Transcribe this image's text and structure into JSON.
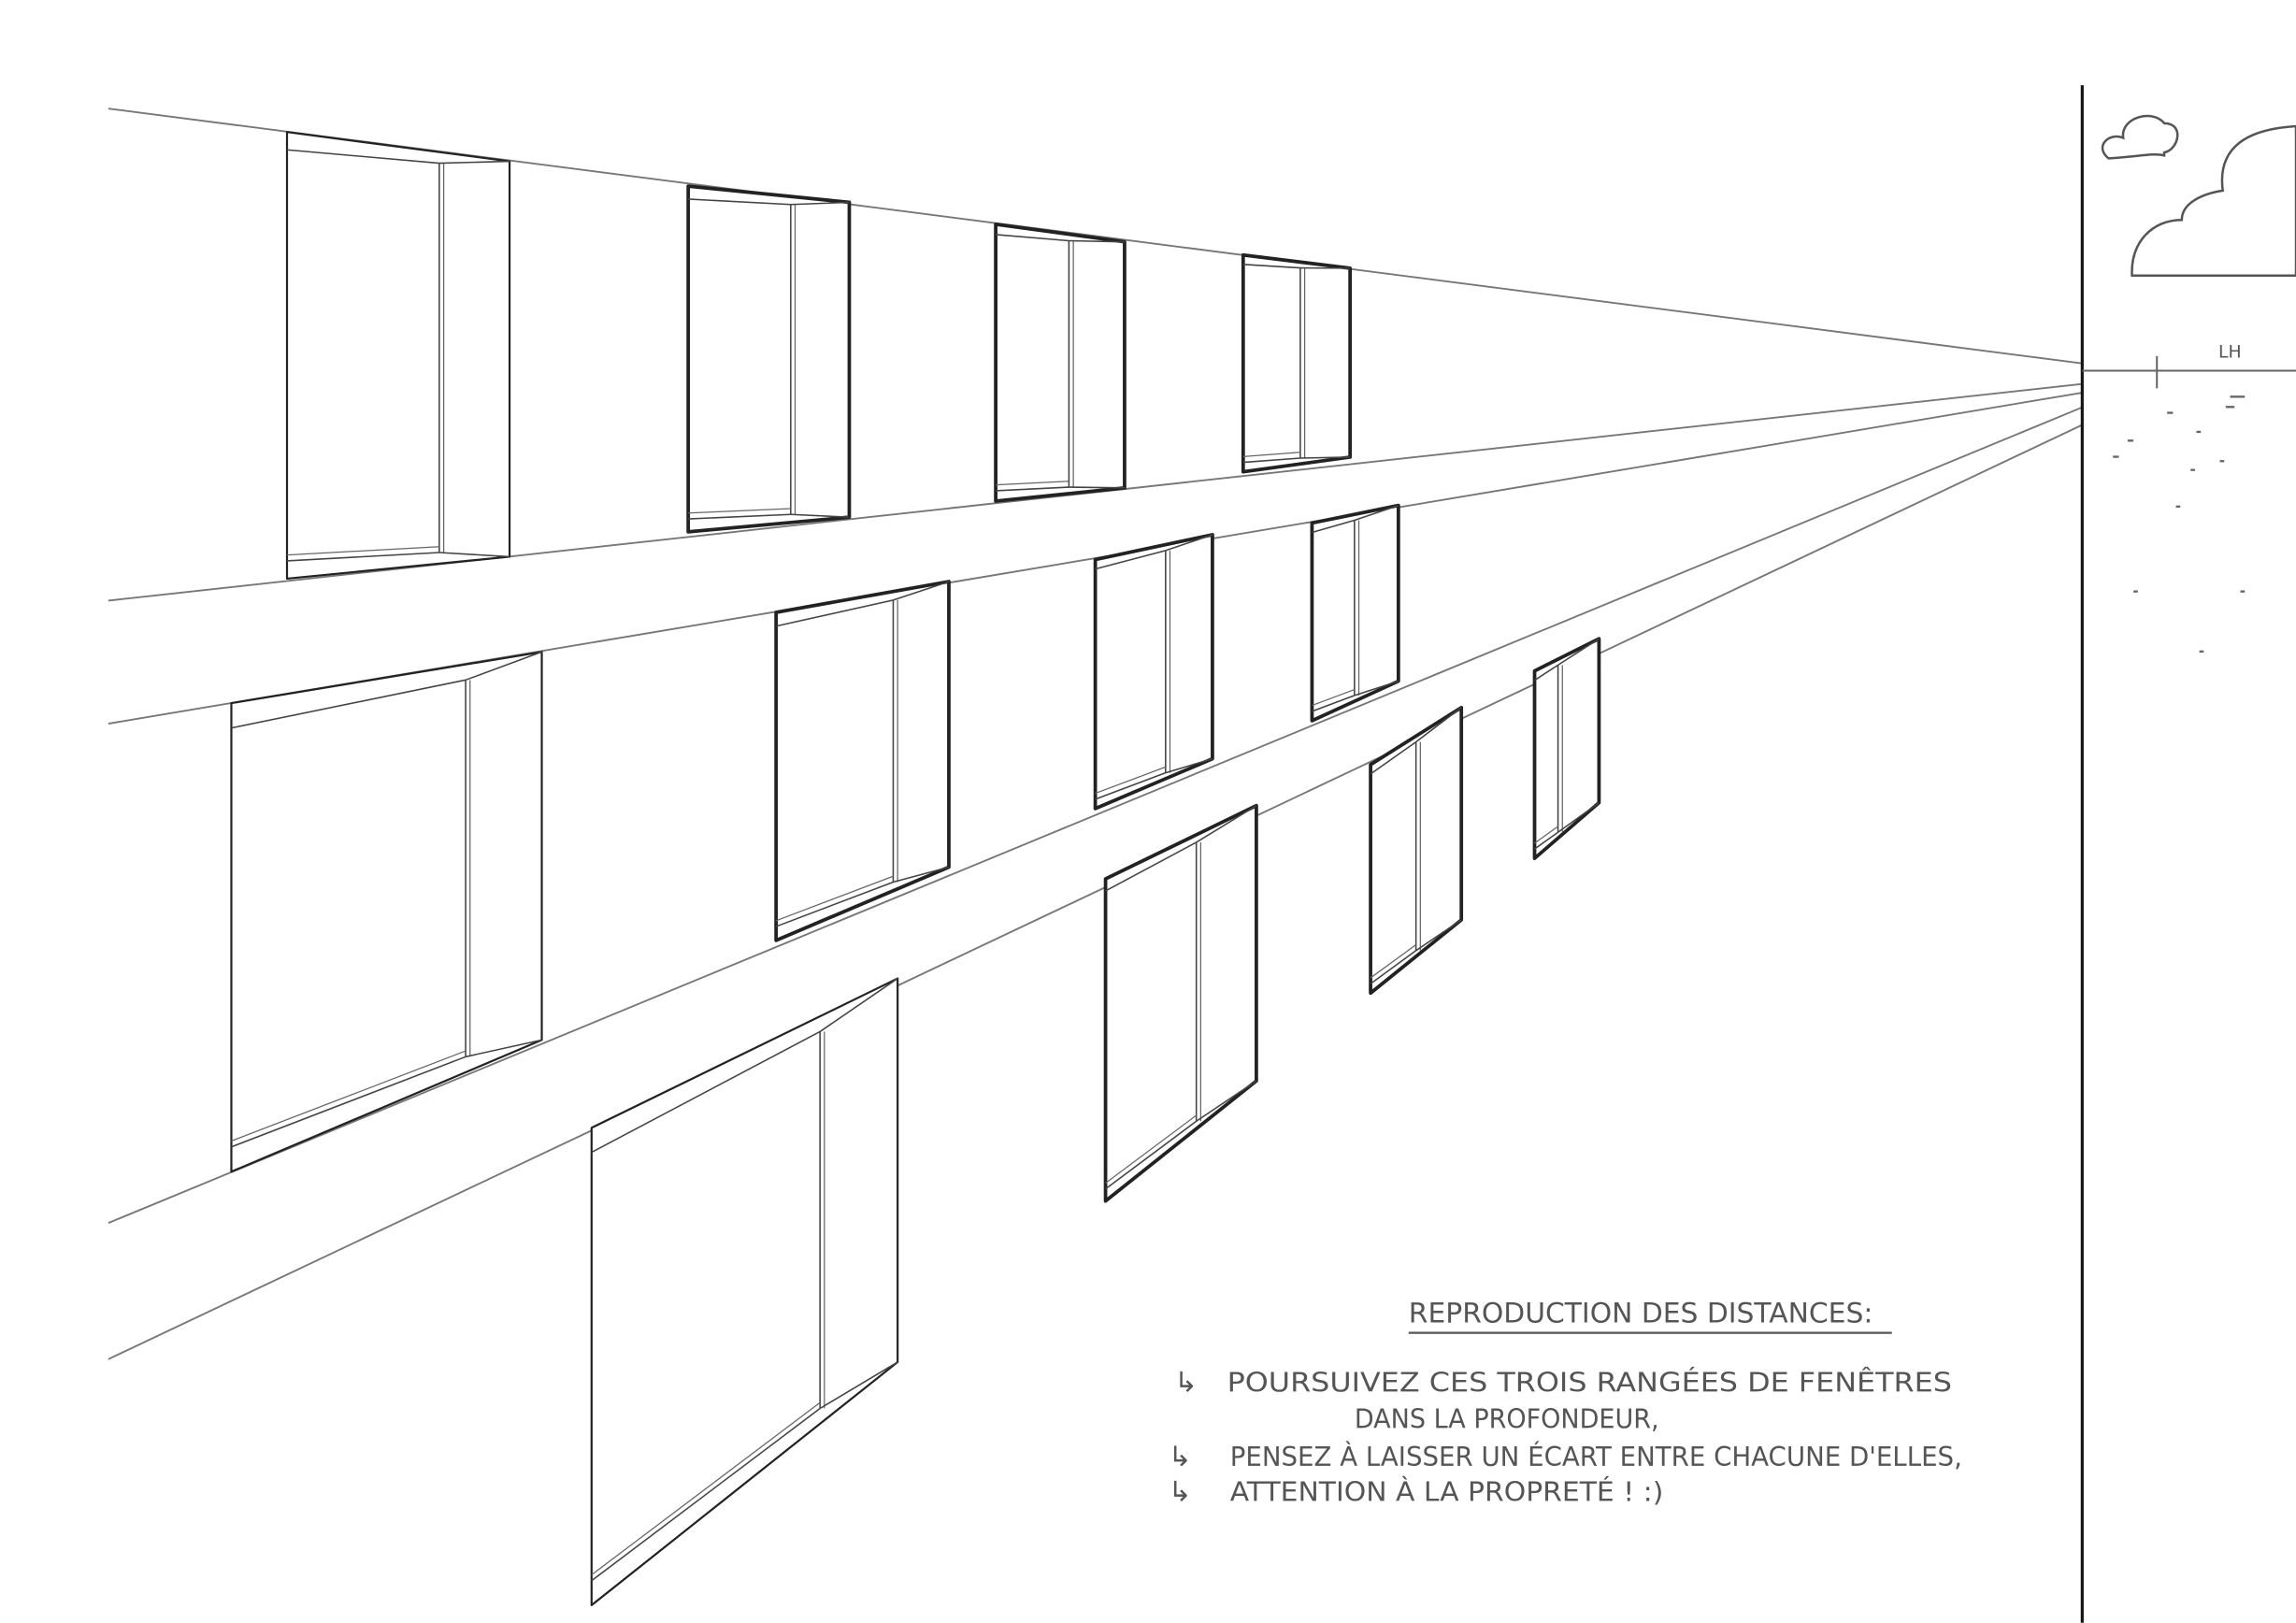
{
  "horizon_label": "LH",
  "instructions": {
    "title": "Reproduction des distances:",
    "items": [
      {
        "bullet": "↳",
        "text": "Poursuivez ces trois rangées de fenêtres",
        "continuation": "dans la profondeur,"
      },
      {
        "bullet": "↳",
        "text": "Pensez à laisser un écart entre chacune d'elles,"
      },
      {
        "bullet": "↳",
        "text": "Attention à la propreté !  :)"
      }
    ]
  },
  "colors": {
    "ink": "#222222",
    "guide": "#777777",
    "text": "#555555"
  }
}
